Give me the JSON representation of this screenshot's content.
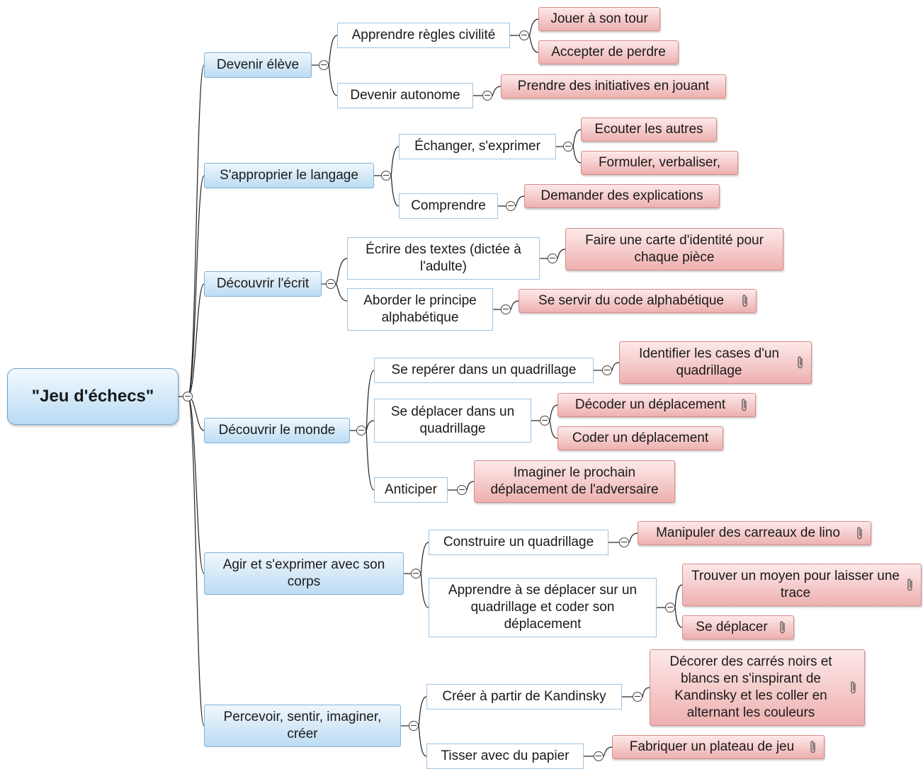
{
  "root": {
    "label": "\"Jeu d'échecs\""
  },
  "categories": [
    {
      "label": "Devenir élève"
    },
    {
      "label": "S'approprier le langage"
    },
    {
      "label": "Découvrir l'écrit"
    },
    {
      "label": "Découvrir le monde"
    },
    {
      "label": "Agir et s'exprimer avec son corps"
    },
    {
      "label": "Percevoir, sentir, imaginer, créer"
    }
  ],
  "subtopics": [
    {
      "label": "Apprendre règles civilité"
    },
    {
      "label": "Devenir autonome"
    },
    {
      "label": "Échanger, s'exprimer"
    },
    {
      "label": "Comprendre"
    },
    {
      "label": "Écrire des textes (dictée à l'adulte)"
    },
    {
      "label": "Aborder le principe alphabétique"
    },
    {
      "label": "Se repérer dans un quadrillage"
    },
    {
      "label": "Se déplacer dans un quadrillage"
    },
    {
      "label": "Anticiper"
    },
    {
      "label": "Construire un quadrillage"
    },
    {
      "label": "Apprendre à se déplacer sur un quadrillage et coder son déplacement"
    },
    {
      "label": "Créer à partir de Kandinsky"
    },
    {
      "label": "Tisser avec du papier"
    }
  ],
  "activities": [
    {
      "label": "Jouer à son tour",
      "attachment": false
    },
    {
      "label": "Accepter de perdre",
      "attachment": false
    },
    {
      "label": "Prendre des initiatives en jouant",
      "attachment": false
    },
    {
      "label": "Ecouter les autres",
      "attachment": false
    },
    {
      "label": "Formuler, verbaliser,",
      "attachment": false
    },
    {
      "label": "Demander des explications",
      "attachment": false
    },
    {
      "label": "Faire une carte d'identité pour chaque pièce",
      "attachment": false
    },
    {
      "label": "Se servir du code alphabétique",
      "attachment": true
    },
    {
      "label": "Identifier les cases d'un quadrillage",
      "attachment": true
    },
    {
      "label": "Décoder un déplacement",
      "attachment": true
    },
    {
      "label": "Coder un déplacement",
      "attachment": false
    },
    {
      "label": "Imaginer le prochain déplacement de l'adversaire",
      "attachment": false
    },
    {
      "label": "Manipuler des carreaux de lino",
      "attachment": true
    },
    {
      "label": "Trouver un moyen pour laisser une trace",
      "attachment": true
    },
    {
      "label": "Se déplacer",
      "attachment": true
    },
    {
      "label": "Décorer des carrés noirs et blancs en s'inspirant de Kandinsky et les coller en alternant les couleurs",
      "attachment": true
    },
    {
      "label": "Fabriquer un plateau de jeu",
      "attachment": true
    }
  ],
  "colors": {
    "category_fill": "#bcdcf3",
    "activity_fill": "#eeb0b0",
    "connector": "#222222"
  },
  "icons": {
    "attachment": "paperclip-icon",
    "collapse": "collapse-toggle-icon"
  }
}
